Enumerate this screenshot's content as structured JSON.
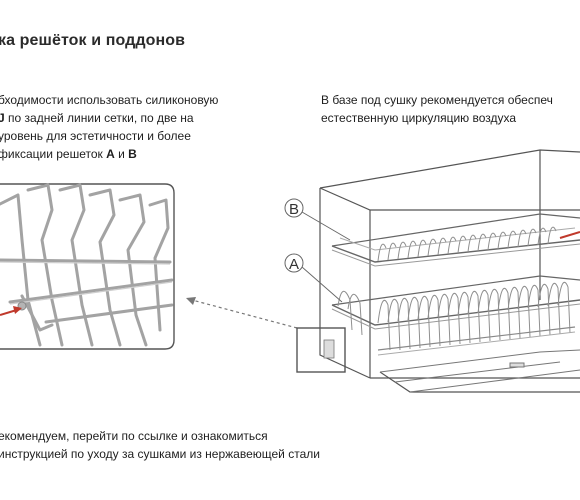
{
  "title": "ка решёток и поддонов",
  "left_note": {
    "line1": "бходимости использовать силиконовую",
    "line2_bold": "J",
    "line2_rest": " по задней линии сетки, по две на",
    "line3": "уровень для эстетичности и более",
    "line4_pre": "фиксации решеток ",
    "line4_a": "A",
    "line4_mid": " и ",
    "line4_b": "B"
  },
  "right_note": {
    "line1": "В базе под сушку рекомендуется обеспеч",
    "line2": "естественную циркуляцию воздуха"
  },
  "bottom_note": {
    "line1": "екомендуем, перейти по ссылке и ознакомиться",
    "line2": "инструкцией по уходу за сушками из нержавеющей стали"
  },
  "labels": {
    "a": "A",
    "b": "B"
  },
  "colors": {
    "line": "#555555",
    "wire": "#9a9a9a",
    "accent": "#c0392b"
  }
}
